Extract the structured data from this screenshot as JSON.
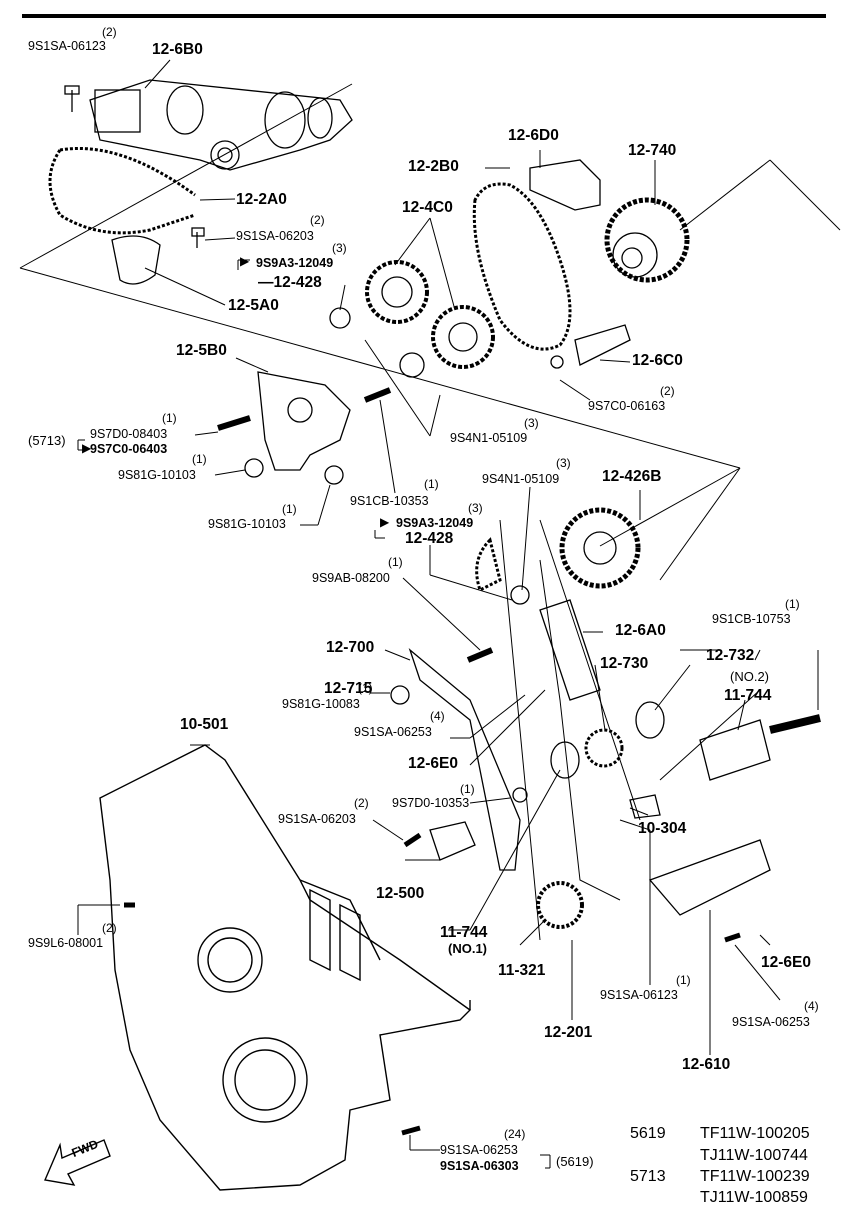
{
  "diagram": {
    "group_labels": {
      "g_12_6B0": "12-6B0",
      "g_12_2A0": "12-2A0",
      "g_12_5A0": "12-5A0",
      "g_12_6D0": "12-6D0",
      "g_12_740": "12-740",
      "g_12_2B0": "12-2B0",
      "g_12_4C0": "12-4C0",
      "g_12_428a": "—12-428",
      "g_12_6C0": "12-6C0",
      "g_12_5B0": "12-5B0",
      "g_12_426B": "12-426B",
      "g_12_428b": "12-428",
      "g_12_6A0": "12-6A0",
      "g_12_700": "12-700",
      "g_12_715": "12-715",
      "g_12_730": "12-730",
      "g_12_732": "12-732",
      "g_no2": "(NO.2)",
      "g_11_744a": "11-744",
      "g_10_501": "10-501",
      "g_12_6E0a": "12-6E0",
      "g_10_304": "10-304",
      "g_12_500": "12-500",
      "g_11_744b": "11-744",
      "g_no1": "(NO.1)",
      "g_11_321": "11-321",
      "g_12_6E0b": "12-6E0",
      "g_12_201": "12-201",
      "g_12_610": "12-610"
    },
    "part_numbers": {
      "p1": "9S1SA-06123",
      "p2": "9S1SA-06203",
      "p3": "9S9A3-12049",
      "p4": "9S7C0-06163",
      "p5": "9S4N1-05109",
      "p6": "9S7D0-08403",
      "p7": "9S7C0-06403",
      "p8": "9S81G-10103",
      "p9": "9S81G-10103",
      "p10": "9S1CB-10353",
      "p11": "9S4N1-05109",
      "p12": "9S9A3-12049",
      "p13": "9S9AB-08200",
      "p14": "9S1CB-10753",
      "p15": "9S81G-10083",
      "p16": "9S1SA-06253",
      "p17": "9S7D0-10353",
      "p18": "9S1SA-06203",
      "p19": "9S9L6-08001",
      "p20": "9S1SA-06123",
      "p21": "9S1SA-06253",
      "p22": "9S1SA-06253",
      "p23": "9S1SA-06303"
    },
    "quantities": {
      "q1": "(2)",
      "q2": "(2)",
      "q3": "(3)",
      "q4": "(2)",
      "q5": "(3)",
      "q6": "(1)",
      "q8": "(1)",
      "q9": "(1)",
      "q10": "(1)",
      "q11": "(3)",
      "q12": "(3)",
      "q13": "(1)",
      "q14": "(1)",
      "q15": "(1)",
      "q16": "(4)",
      "q17": "(1)",
      "q18": "(2)",
      "q19": "(2)",
      "q20": "(1)",
      "q21": "(4)",
      "q22": "(24)"
    },
    "model_notes": {
      "m5713": "(5713)",
      "m5619": "(5619)"
    },
    "serial_table": {
      "row1_code": "5619",
      "row1_v1": "TF11W-100205",
      "row1_v2": "TJ11W-100744",
      "row2_code": "5713",
      "row2_v1": "TF11W-100239",
      "row2_v2": "TJ11W-100859"
    },
    "fwd_label": "FWD"
  }
}
